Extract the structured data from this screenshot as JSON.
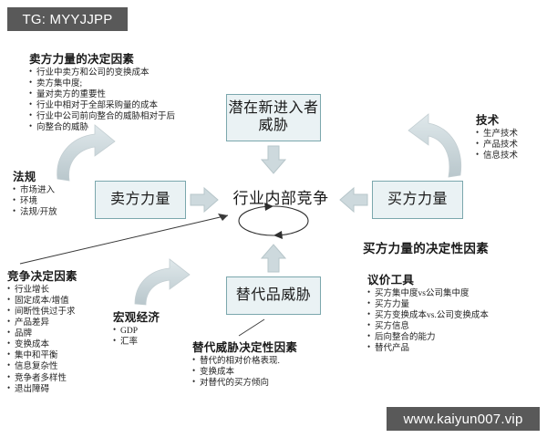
{
  "watermarks": {
    "top": "TG: MYYJJPP",
    "bottom": "www.kaiyun007.vip"
  },
  "diagram": {
    "center_label": "行业内部竞争",
    "boxes": {
      "entrants": "潜在新进入者威胁",
      "supplier": "卖方力量",
      "buyer": "买方力量",
      "substitutes": "替代品威胁"
    }
  },
  "blocks": {
    "supplier_determinants": {
      "heading": "卖方力量的决定因素",
      "items": [
        "行业中卖方和公司的变换成本",
        "卖方集中度;",
        "量对卖方的重要性",
        "行业中相对于全部采购量的成本",
        "行业中公司前向整合的威胁相对于后",
        "向整合的威胁"
      ]
    },
    "regulation": {
      "heading": "法规",
      "items": [
        "市场进入",
        "环境",
        "法规/开放"
      ]
    },
    "rivalry_determinants": {
      "heading": "竞争决定因素",
      "items": [
        "行业增长",
        "固定成本/增值",
        "间断性供过于求",
        "产品差异",
        "品牌",
        "变换成本",
        "集中和平衡",
        "信息复杂性",
        "竞争者多样性",
        "退出障碍"
      ]
    },
    "macro": {
      "heading": "宏观经济",
      "items": [
        "GDP",
        "汇率"
      ]
    },
    "technology": {
      "heading": "技术",
      "items": [
        "生产技术",
        "产品技术",
        "信息技术"
      ]
    },
    "substitute_determinants": {
      "heading": "替代威胁决定性因素",
      "items": [
        "替代的相对价格表现.",
        "变换成本",
        "对替代的买方倾向"
      ]
    },
    "buyer_determinants": {
      "heading": "买方力量的决定性因素"
    },
    "bargaining": {
      "heading": "议价工具",
      "items": [
        "买方集中度vs公司集中度",
        "买方力量",
        "买方变换成本vs.公司变换成本",
        "买方信息",
        "后向整合的能力",
        "替代产品"
      ]
    }
  },
  "colors": {
    "box_fill": "#eaf2f4",
    "box_border": "#7ba7ad",
    "arrow_fill": "#cdd9dd",
    "watermark_bg": "#595959"
  }
}
